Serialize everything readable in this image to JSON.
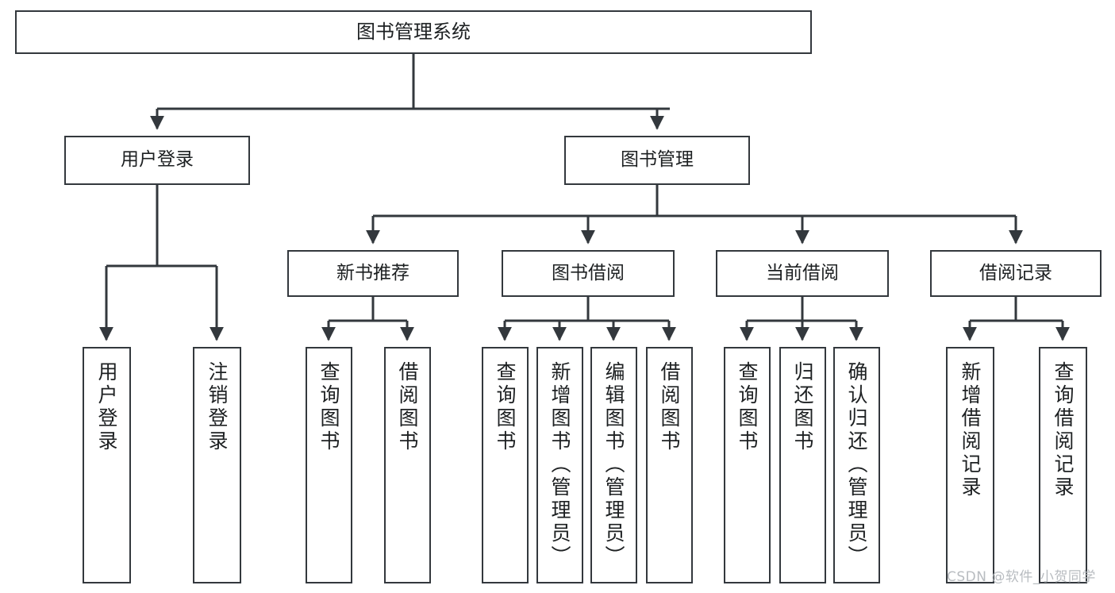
{
  "diagram": {
    "type": "tree-hierarchy",
    "title": "图书管理系统",
    "orientation": "top-down",
    "stroke_color": "#33383d",
    "text_color": "#1d2022",
    "background": "#ffffff",
    "nodes": {
      "root": {
        "label": "图书管理系统",
        "level": 0
      },
      "login": {
        "label": "用户登录",
        "level": 1
      },
      "bookmgmt": {
        "label": "图书管理",
        "level": 1
      },
      "newbook": {
        "label": "新书推荐",
        "level": 2
      },
      "borrow": {
        "label": "图书借阅",
        "level": 2
      },
      "current": {
        "label": "当前借阅",
        "level": 2
      },
      "record": {
        "label": "借阅记录",
        "level": 2
      },
      "leaf1": {
        "label": "用户登录",
        "level": 3
      },
      "leaf2": {
        "label": "注销登录",
        "level": 3
      },
      "leaf3": {
        "label": "查询图书",
        "level": 3
      },
      "leaf4": {
        "label": "借阅图书",
        "level": 3
      },
      "leaf5": {
        "label": "查询图书",
        "level": 3
      },
      "leaf6": {
        "label": "新增图书（管理员）",
        "level": 3
      },
      "leaf7": {
        "label": "编辑图书（管理员）",
        "level": 3
      },
      "leaf8": {
        "label": "借阅图书",
        "level": 3
      },
      "leaf9": {
        "label": "查询图书",
        "level": 3
      },
      "leaf10": {
        "label": "归还图书",
        "level": 3
      },
      "leaf11": {
        "label": "确认归还（管理员）",
        "level": 3
      },
      "leaf12": {
        "label": "新增借阅记录",
        "level": 3
      },
      "leaf13": {
        "label": "查询借阅记录",
        "level": 3
      }
    },
    "edges": [
      {
        "from": "root",
        "to": "login"
      },
      {
        "from": "root",
        "to": "bookmgmt"
      },
      {
        "from": "login",
        "to": "leaf1"
      },
      {
        "from": "login",
        "to": "leaf2"
      },
      {
        "from": "bookmgmt",
        "to": "newbook"
      },
      {
        "from": "bookmgmt",
        "to": "borrow"
      },
      {
        "from": "bookmgmt",
        "to": "current"
      },
      {
        "from": "bookmgmt",
        "to": "record"
      },
      {
        "from": "newbook",
        "to": "leaf3"
      },
      {
        "from": "newbook",
        "to": "leaf4"
      },
      {
        "from": "borrow",
        "to": "leaf5"
      },
      {
        "from": "borrow",
        "to": "leaf6"
      },
      {
        "from": "borrow",
        "to": "leaf7"
      },
      {
        "from": "borrow",
        "to": "leaf8"
      },
      {
        "from": "current",
        "to": "leaf9"
      },
      {
        "from": "current",
        "to": "leaf10"
      },
      {
        "from": "current",
        "to": "leaf11"
      },
      {
        "from": "record",
        "to": "leaf12"
      },
      {
        "from": "record",
        "to": "leaf13"
      }
    ]
  },
  "watermark": {
    "text": "CSDN @软件_小贺同学"
  }
}
